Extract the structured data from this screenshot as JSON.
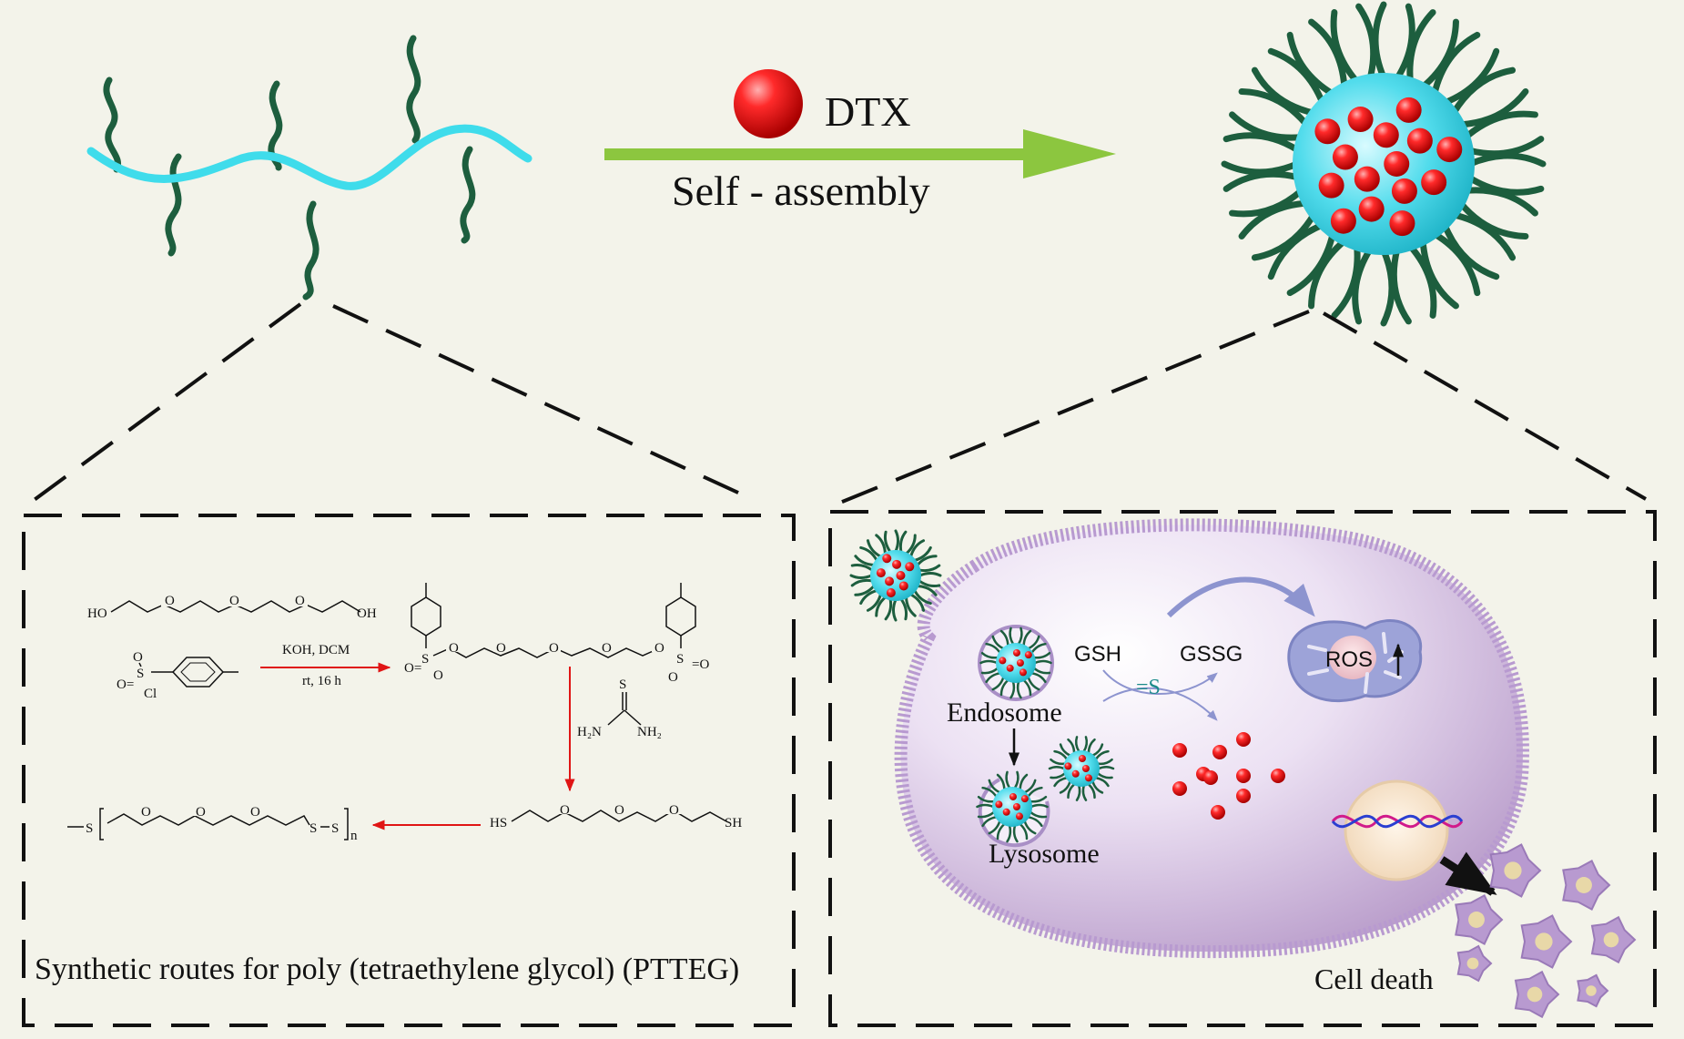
{
  "top": {
    "drug_label": "DTX",
    "process_label": "Self - assembly"
  },
  "synthesis_panel": {
    "caption": "Synthetic routes for poly (tetraethylene glycol) (PTTEG)",
    "reagents": {
      "start_left": "HO",
      "start_right": "OH",
      "conditions_top": "KOH, DCM",
      "conditions_bottom": "rt, 16 h",
      "thiol_left": "HS",
      "thiol_right": "SH",
      "thiourea_s": "S",
      "thiourea_left": "H₂N",
      "thiourea_right": "NH₂",
      "polymer_s1": "S",
      "polymer_s2": "S",
      "polymer_s3": "S",
      "polymer_n": "n",
      "tosyl_cl": "Cl"
    }
  },
  "cell_panel": {
    "endosome_label": "Endosome",
    "lysosome_label": "Lysosome",
    "gsh_label": "GSH",
    "gssg_label": "GSSG",
    "reduction_label": "=S",
    "ros_label": "ROS",
    "cell_death_label": "Cell death"
  },
  "colors": {
    "backbone": "#3fdceb",
    "side_chain": "#1d5e3e",
    "drug": "#e01515",
    "arrow_green": "#8cc63f",
    "cell": "#cdb6df",
    "reaction_arrow": "#e01515"
  }
}
